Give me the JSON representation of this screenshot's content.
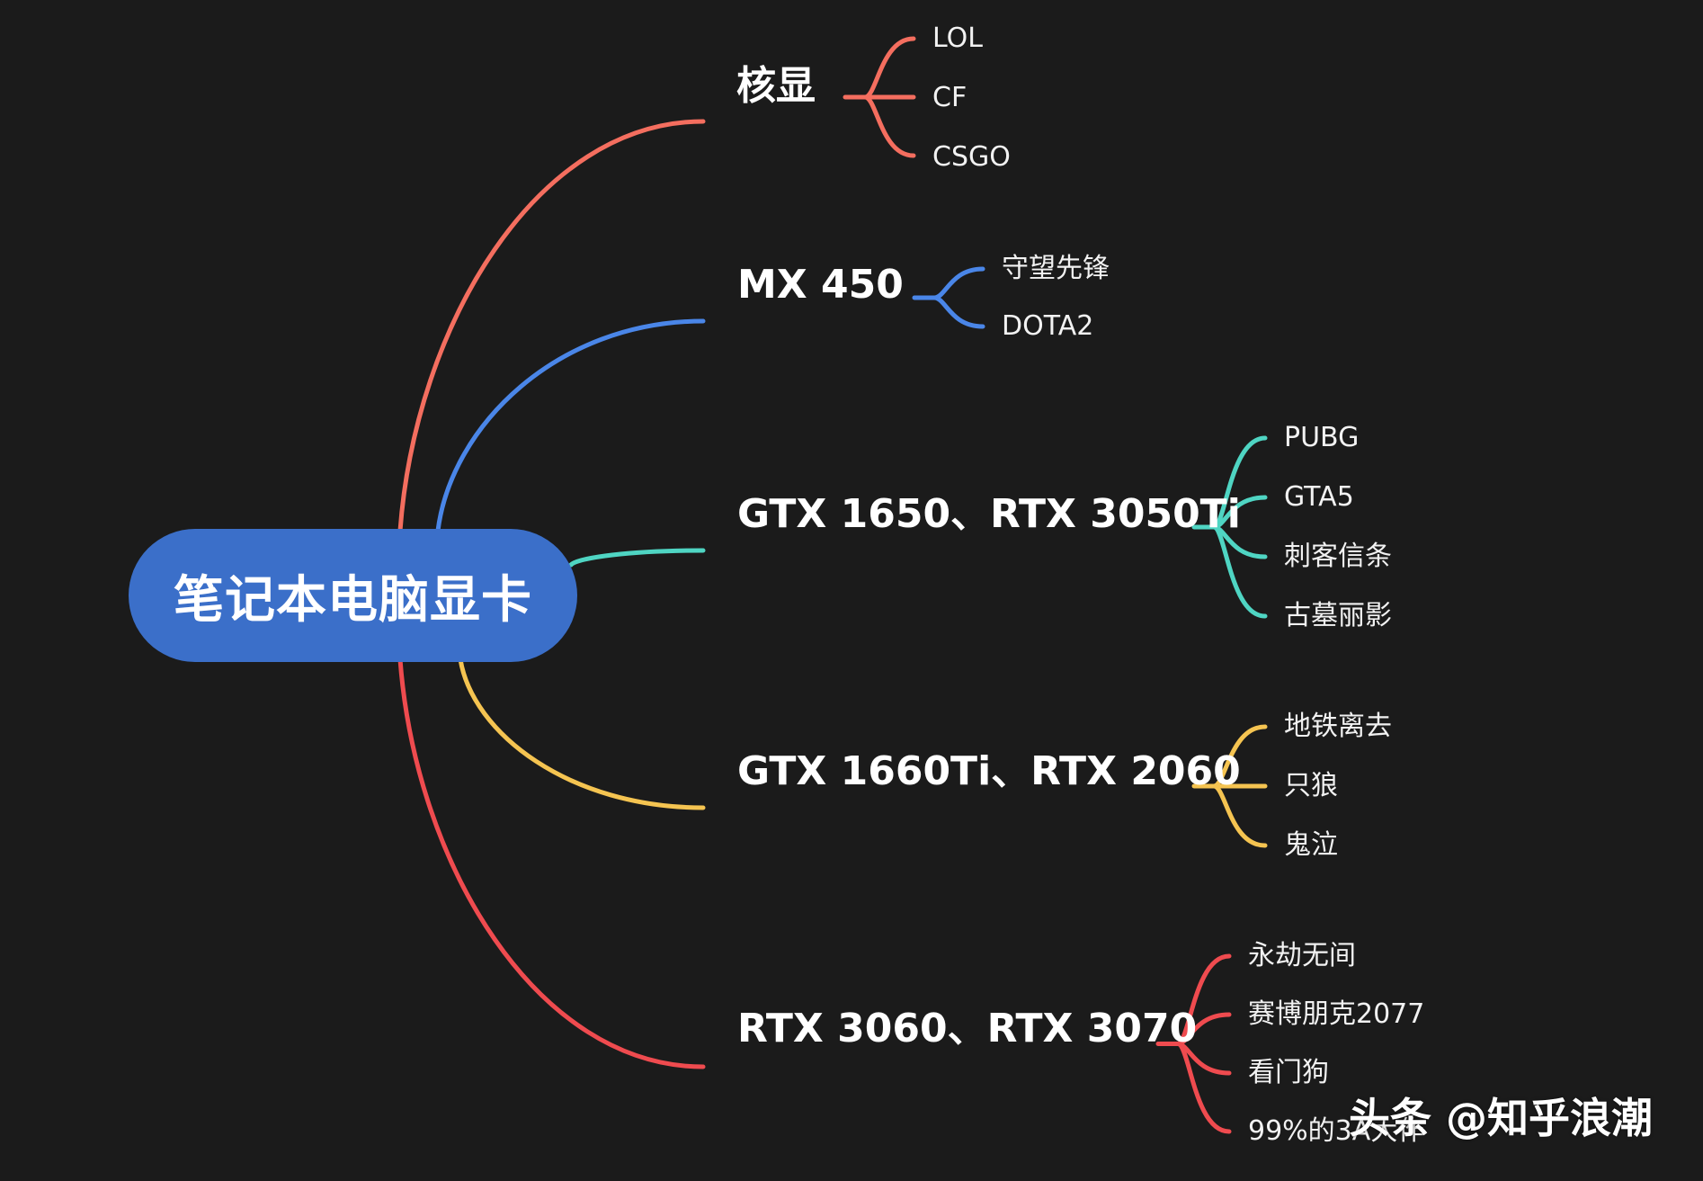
{
  "root": {
    "label": "笔记本电脑显卡"
  },
  "branches": [
    {
      "label": "核显",
      "color": "#f46e5f",
      "leaves": [
        "LOL",
        "CF",
        "CSGO"
      ]
    },
    {
      "label": "MX 450",
      "color": "#4a86e8",
      "leaves": [
        "守望先锋",
        "DOTA2"
      ]
    },
    {
      "label": "GTX 1650、RTX 3050Ti",
      "color": "#4fd5c3",
      "leaves": [
        "PUBG",
        "GTA5",
        "刺客信条",
        "古墓丽影"
      ]
    },
    {
      "label": "GTX 1660Ti、RTX 2060",
      "color": "#f5c451",
      "leaves": [
        "地铁离去",
        "只狼",
        "鬼泣"
      ]
    },
    {
      "label": "RTX 3060、RTX 3070",
      "color": "#ef4b4f",
      "leaves": [
        "永劫无间",
        "赛博朋克2077",
        "看门狗",
        "99%的3A大作"
      ]
    }
  ],
  "watermark": {
    "text": "头条 @知乎浪潮"
  }
}
